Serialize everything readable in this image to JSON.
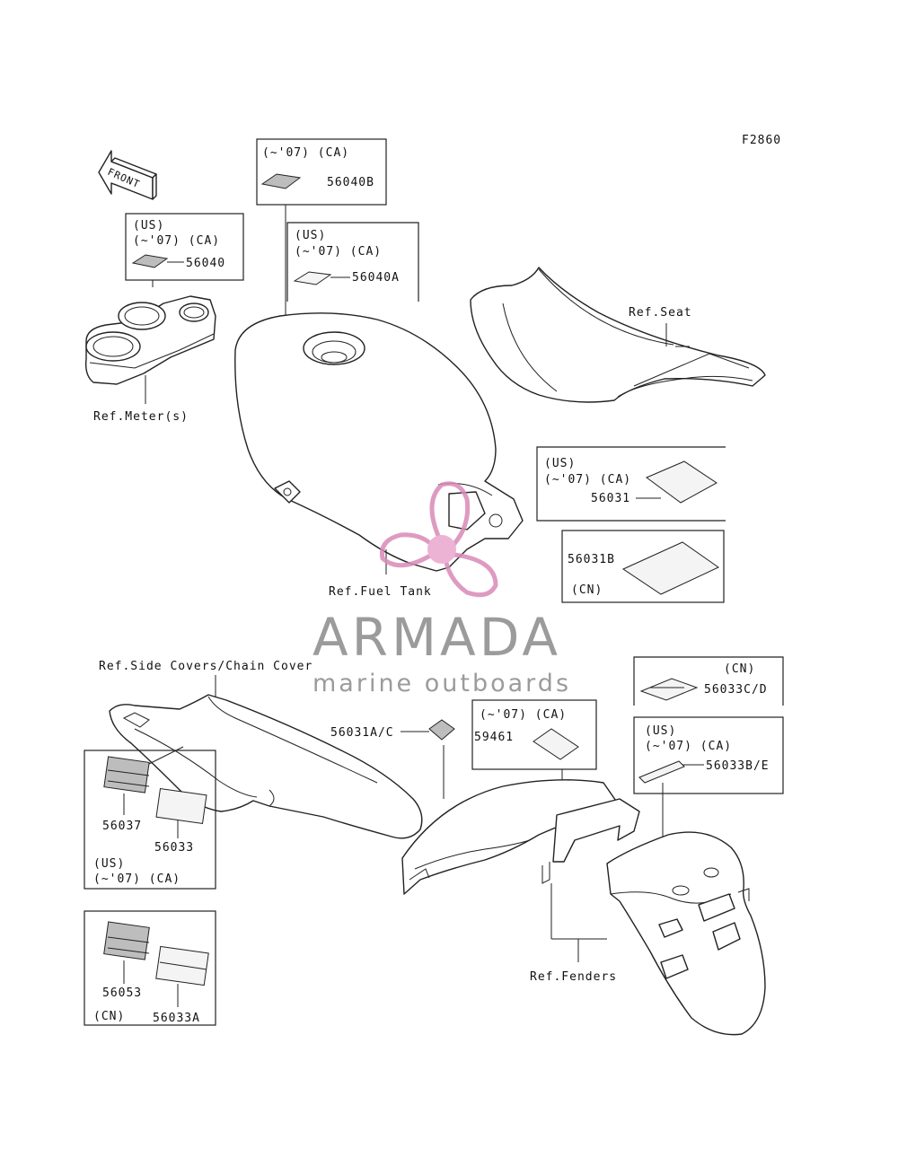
{
  "figure_code": "F2860",
  "front_arrow_label": "FRONT",
  "labels": {
    "meter_ref": "Ref.Meter(s)",
    "fuel_tank_ref": "Ref.Fuel Tank",
    "seat_ref": "Ref.Seat",
    "side_covers_ref": "Ref.Side Covers/Chain Cover",
    "fenders_ref": "Ref.Fenders",
    "part_56031AC": "56031A/C"
  },
  "boxes": {
    "b56040": {
      "line1": "(US)",
      "line2": "(~'07) (CA)",
      "part": "56040"
    },
    "b56040B": {
      "line1": "(~'07) (CA)",
      "part": "56040B"
    },
    "b56040A": {
      "line1": "(US)",
      "line2": "(~'07) (CA)",
      "part": "56040A"
    },
    "b56031": {
      "line1": "(US)",
      "line2": "(~'07) (CA)",
      "part": "56031"
    },
    "b56031B": {
      "part": "56031B",
      "region": "(CN)"
    },
    "b56033CD": {
      "region": "(CN)",
      "part": "56033C/D"
    },
    "b56033BE": {
      "line1": "(US)",
      "line2": "(~'07) (CA)",
      "part": "56033B/E"
    },
    "b59461": {
      "line1": "(~'07) (CA)",
      "part": "59461"
    },
    "b56037": {
      "part_a": "56037",
      "part_b": "56033",
      "line1": "(US)",
      "line2": "(~'07) (CA)"
    },
    "b56053": {
      "part_a": "56053",
      "part_b": "56033A",
      "region": "(CN)"
    }
  },
  "watermark": {
    "title": "ARMADA",
    "subtitle": "marine outboards",
    "color": "#d98ab8"
  }
}
